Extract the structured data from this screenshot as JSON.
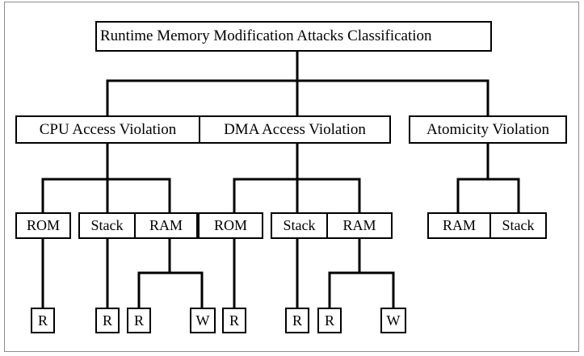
{
  "root": {
    "label": "Runtime Memory Modification Attacks Classification"
  },
  "categories": [
    {
      "label": "CPU Access Violation"
    },
    {
      "label": "DMA Access Violation"
    },
    {
      "label": "Atomicity Violation"
    }
  ],
  "cpu": {
    "rom": "ROM",
    "stack": "Stack",
    "ram": "RAM",
    "rom_r": "R",
    "stack_r": "R",
    "ram_r": "R",
    "ram_w": "W"
  },
  "dma": {
    "rom": "ROM",
    "stack": "Stack",
    "ram": "RAM",
    "rom_r": "R",
    "stack_r": "R",
    "ram_r": "R",
    "ram_w": "W"
  },
  "atomicity": {
    "ram": "RAM",
    "stack": "Stack"
  },
  "colors": {
    "stroke": "#000000",
    "frame": "#8c8c8c",
    "background": "#ffffff"
  }
}
